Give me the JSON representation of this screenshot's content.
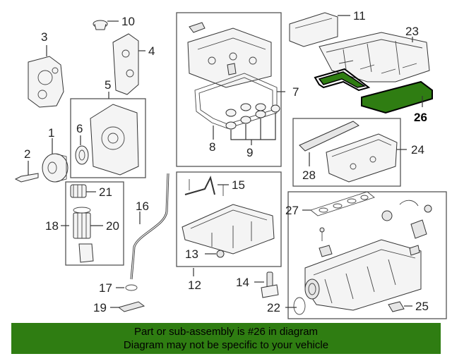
{
  "callouts": {
    "c1": "1",
    "c2": "2",
    "c3": "3",
    "c4": "4",
    "c5": "5",
    "c6": "6",
    "c7": "7",
    "c8": "8",
    "c9": "9",
    "c10": "10",
    "c11": "11",
    "c12": "12",
    "c13": "13",
    "c14": "14",
    "c15": "15",
    "c16": "16",
    "c17": "17",
    "c18": "18",
    "c19": "19",
    "c20": "20",
    "c21": "21",
    "c22": "22",
    "c23": "23",
    "c24": "24",
    "c25": "25",
    "c26": "26",
    "c27": "27",
    "c28": "28"
  },
  "highlight_color": "#2f7d12",
  "footer": {
    "line1": "Part or sub-assembly is #26 in diagram",
    "line2": "Diagram may not be specific to your vehicle"
  }
}
